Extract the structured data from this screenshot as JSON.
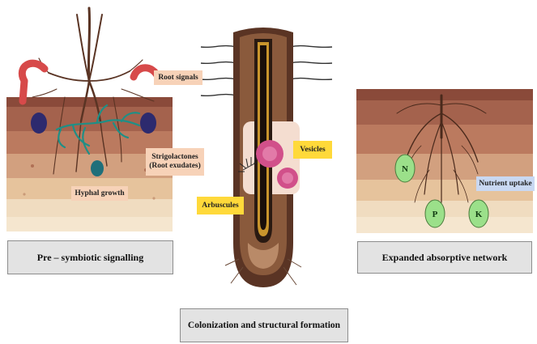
{
  "panels": {
    "left": {
      "caption": "Pre – symbiotic signalling",
      "labels": {
        "root_signals": "Root signals",
        "strigolactones": "Strigolactones (Root exudates)",
        "hyphal_growth": "Hyphal growth"
      }
    },
    "middle": {
      "caption": "Colonization and structural formation",
      "labels": {
        "vesicles": "Vesicles",
        "arbuscules": "Arbuscules"
      }
    },
    "right": {
      "caption": "Expanded absorptive network",
      "labels": {
        "nutrient_uptake": "Nutrient uptake"
      },
      "nutrients": [
        "N",
        "P",
        "K"
      ]
    }
  },
  "colors": {
    "soil_top": "#9a5a47",
    "soil_mid": "#b4735c",
    "soil_light": "#d2a07f",
    "soil_pale": "#e8c9a4",
    "soil_base": "#f0dcc0",
    "label_peach": "#f7d2b8",
    "label_yellow": "#ffd93a",
    "label_blue": "#c9d8f2",
    "nutrient_green": "#9be08a",
    "spore_blue": "#2d2a6e",
    "hyphae_teal": "#1f8f86",
    "vesicle_pink": "#d1508a",
    "caption_gray": "#e3e3e3"
  }
}
